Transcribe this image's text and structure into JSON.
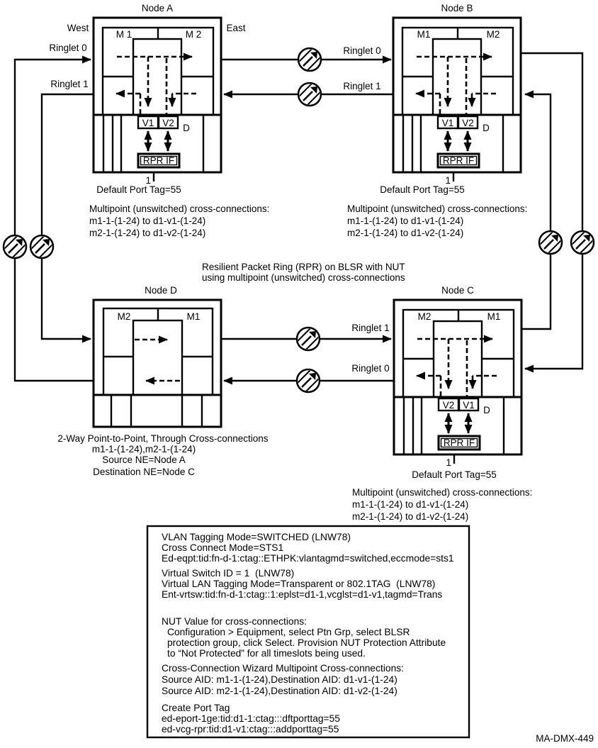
{
  "title_lines": [
    "Resilient Packet Ring (RPR) on BLSR with NUT",
    "using multipoint (unswitched) cross-connections"
  ],
  "figure_id": "MA-DMX-449",
  "compass": {
    "west": "West",
    "east": "East"
  },
  "ringlets": {
    "left_top": "Ringlet 0",
    "left_bottom": "Ringlet 1",
    "ab_top": "Ringlet 0",
    "ab_bottom": "Ringlet 1",
    "dc_top": "Ringlet 1",
    "dc_bottom": "Ringlet 0"
  },
  "nodes": {
    "a": {
      "title": "Node A",
      "module_left": "M 1",
      "module_right": "M 2",
      "vcg_left": "V1",
      "vcg_right": "V2",
      "card": "D",
      "interface": "RPR IF",
      "port": "1",
      "port_tag": "Default Port Tag=55",
      "connections": [
        "Multipoint (unswitched) cross-connections:",
        "m1-1-(1-24) to d1-v1-(1-24)",
        "m2-1-(1-24) to d1-v2-(1-24)"
      ]
    },
    "b": {
      "title": "Node B",
      "module_left": "M1",
      "module_right": "M2",
      "vcg_left": "V1",
      "vcg_right": "V2",
      "card": "D",
      "interface": "RPR IF",
      "port": "1",
      "port_tag": "Default Port Tag=55",
      "connections": [
        "Multipoint (unswitched) cross-connections:",
        "m1-1-(1-24) to d1-v1-(1-24)",
        "m2-1-(1-24) to d1-v2-(1-24)"
      ]
    },
    "c": {
      "title": "Node C",
      "module_left": "M2",
      "module_right": "M1",
      "vcg_left": "V2",
      "vcg_right": "V1",
      "card": "D",
      "interface": "RPR IF",
      "port": "1",
      "port_tag": "Default Port Tag=55",
      "connections": [
        "Multipoint (unswitched) cross-connections:",
        "m1-1-(1-24) to d1-v1-(1-24)",
        "m2-1-(1-24) to d1-v2-(1-24)"
      ]
    },
    "d": {
      "title": "Node D",
      "module_left": "M2",
      "module_right": "M1",
      "connections": [
        "2-Way Point-to-Point, Through Cross-connections",
        "m1-1-(1-24),m2-1-(1-24)",
        "Source NE=Node A",
        "Destination NE=Node C"
      ]
    }
  },
  "config_box": {
    "p1": [
      "VLAN Tagging Mode=SWITCHED (LNW78)",
      "Cross Connect Mode=STS1",
      "Ed-eqpt:tid:fn-d-1:ctag::ETHPK:vlantagmd=switched,eccmode=sts1"
    ],
    "p2": [
      "Virtual Switch ID = 1  (LNW78)",
      "Virtual LAN Tagging Mode=Transparent or 802.1TAG  (LNW78)",
      "Ent-vrtsw:tid:fn-d-1:ctag::1:eplst=d1-1,vcglst=d1-v1,tagmd=Trans"
    ],
    "p3": [
      "NUT Value for cross-connections:",
      "Configuration > Equipment, select Ptn Grp, select BLSR",
      "protection group, click Select. Provision NUT Protection Attribute",
      "to “Not Protected” for all timeslots being used."
    ],
    "p4": [
      "Cross-Connection Wizard Multipoint Cross-connections:",
      "Source AID: m1-1-(1-24),Destination AID: d1-v1-(1-24)",
      "Source AID: m2-1-(1-24),Destination AID: d1-v2-(1-24)"
    ],
    "p5": [
      "Create Port Tag",
      "ed-eport-1ge:tid:d1-1:ctag:::dftporttag=55",
      "ed-vcg-rpr:tid:d1-v1:ctag:::addporttag=55"
    ]
  }
}
